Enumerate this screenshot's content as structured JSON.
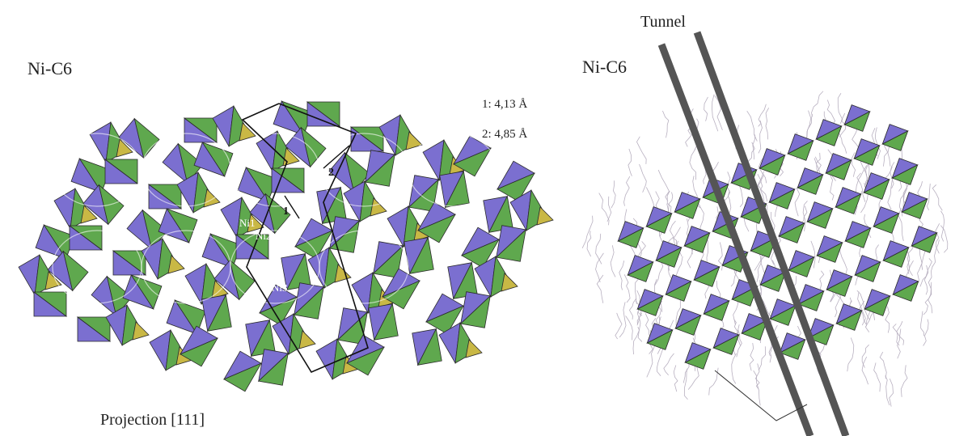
{
  "left_panel": {
    "title": "Ni-C6",
    "caption": "Projection [111]",
    "distances": [
      "1: 4,13 Å",
      "2: 4,85 Å"
    ],
    "atom_labels": [
      "Ni1",
      "Ni2",
      "Ni3"
    ],
    "path_labels": [
      "1",
      "2"
    ]
  },
  "right_panel": {
    "title": "Ni-C6",
    "tunnel_label": "Tunnel"
  },
  "colors": {
    "octahedra_purple": "#7b6fd0",
    "octahedra_green": "#5fa84e",
    "tetrahedra_yellow": "#c9b845",
    "tunnel_bar": "#555555",
    "ligands": "#b8b0c0"
  }
}
